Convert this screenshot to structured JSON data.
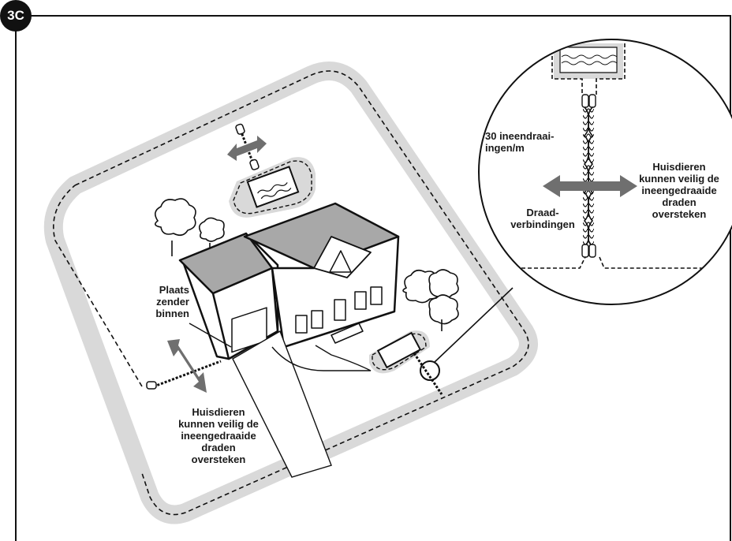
{
  "figure_id": "3C",
  "labels": {
    "transmitter": "Plaats\nzender\nbinnen",
    "pets_cross_left": "Huisdieren\nkunnen veilig de\nineengedraaide\ndraden\noversteken",
    "twists": "30 ineendraai-\ningen/m",
    "pets_cross_right": "Huisdieren\nkunnen veilig de\nineengedraaide\ndraden\noversteken",
    "wire_joints": "Draad-\nverbindingen"
  },
  "colors": {
    "boundary_band": "#d9d9d9",
    "arrow": "#6f6f6f",
    "roof": "#a8a8a8",
    "wall": "#ffffff",
    "ink": "#111111"
  }
}
